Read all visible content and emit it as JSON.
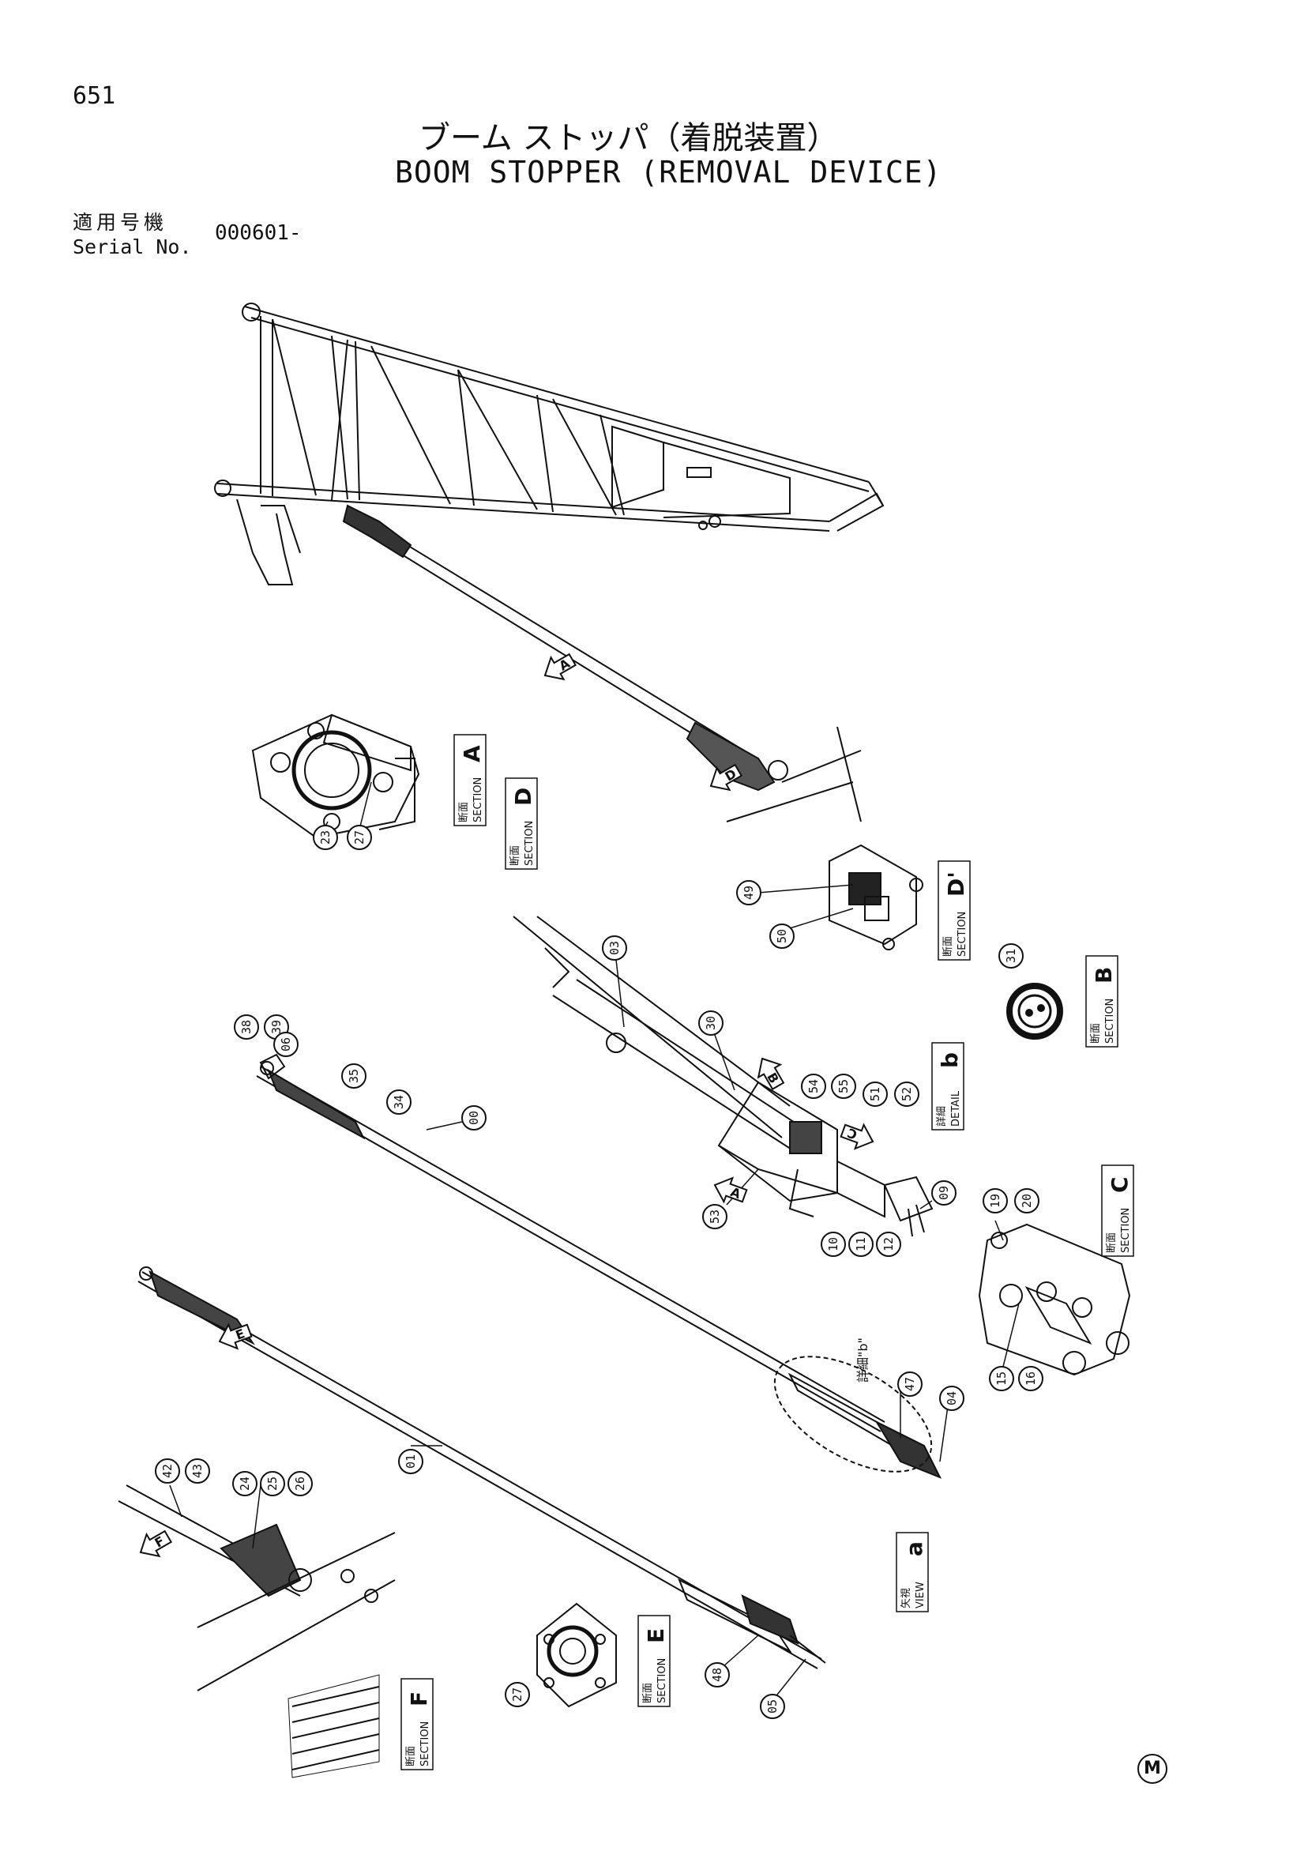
{
  "page_number": "651",
  "title_jp": "ブーム ストッパ（着脱装置）",
  "title_en": "BOOM STOPPER (REMOVAL DEVICE)",
  "serial": {
    "label_jp": "適用号機",
    "label_en": "Serial No.",
    "value": "000601-"
  },
  "section_labels": {
    "section_jp": "断面",
    "section_en": "SECTION",
    "detail_jp": "詳細",
    "detail_en": "DETAIL",
    "view_jp": "矢視",
    "view_en": "VIEW",
    "detail_b_note": "詳細\"b\""
  },
  "sections": {
    "a": "A",
    "b": "B",
    "c": "C",
    "d": "D",
    "d2": "D'",
    "e": "E",
    "f": "F",
    "detail_b": "b",
    "view_a": "a"
  },
  "arrows": {
    "a": "A",
    "b": "B",
    "c": "C",
    "d": "D",
    "e": "E",
    "f": "F",
    "a_top": "A"
  },
  "callouts": {
    "p23": "23",
    "p27a": "27",
    "p49": "49",
    "p50": "50",
    "p31": "31",
    "p03": "03",
    "p30": "30",
    "p54": "54",
    "p55": "55",
    "p51": "51",
    "p52": "52",
    "p53": "53",
    "p09": "09",
    "p10": "10",
    "p11": "11",
    "p12": "12",
    "p19": "19",
    "p20": "20",
    "p15": "15",
    "p16": "16",
    "p38": "38",
    "p39": "39",
    "p06": "06",
    "p35": "35",
    "p34": "34",
    "p00": "00",
    "p47": "47",
    "p04": "04",
    "p01": "01",
    "p42": "42",
    "p43": "43",
    "p24": "24",
    "p25": "25",
    "p26": "26",
    "p27b": "27",
    "p48": "48",
    "p05": "05"
  },
  "mark": "M"
}
